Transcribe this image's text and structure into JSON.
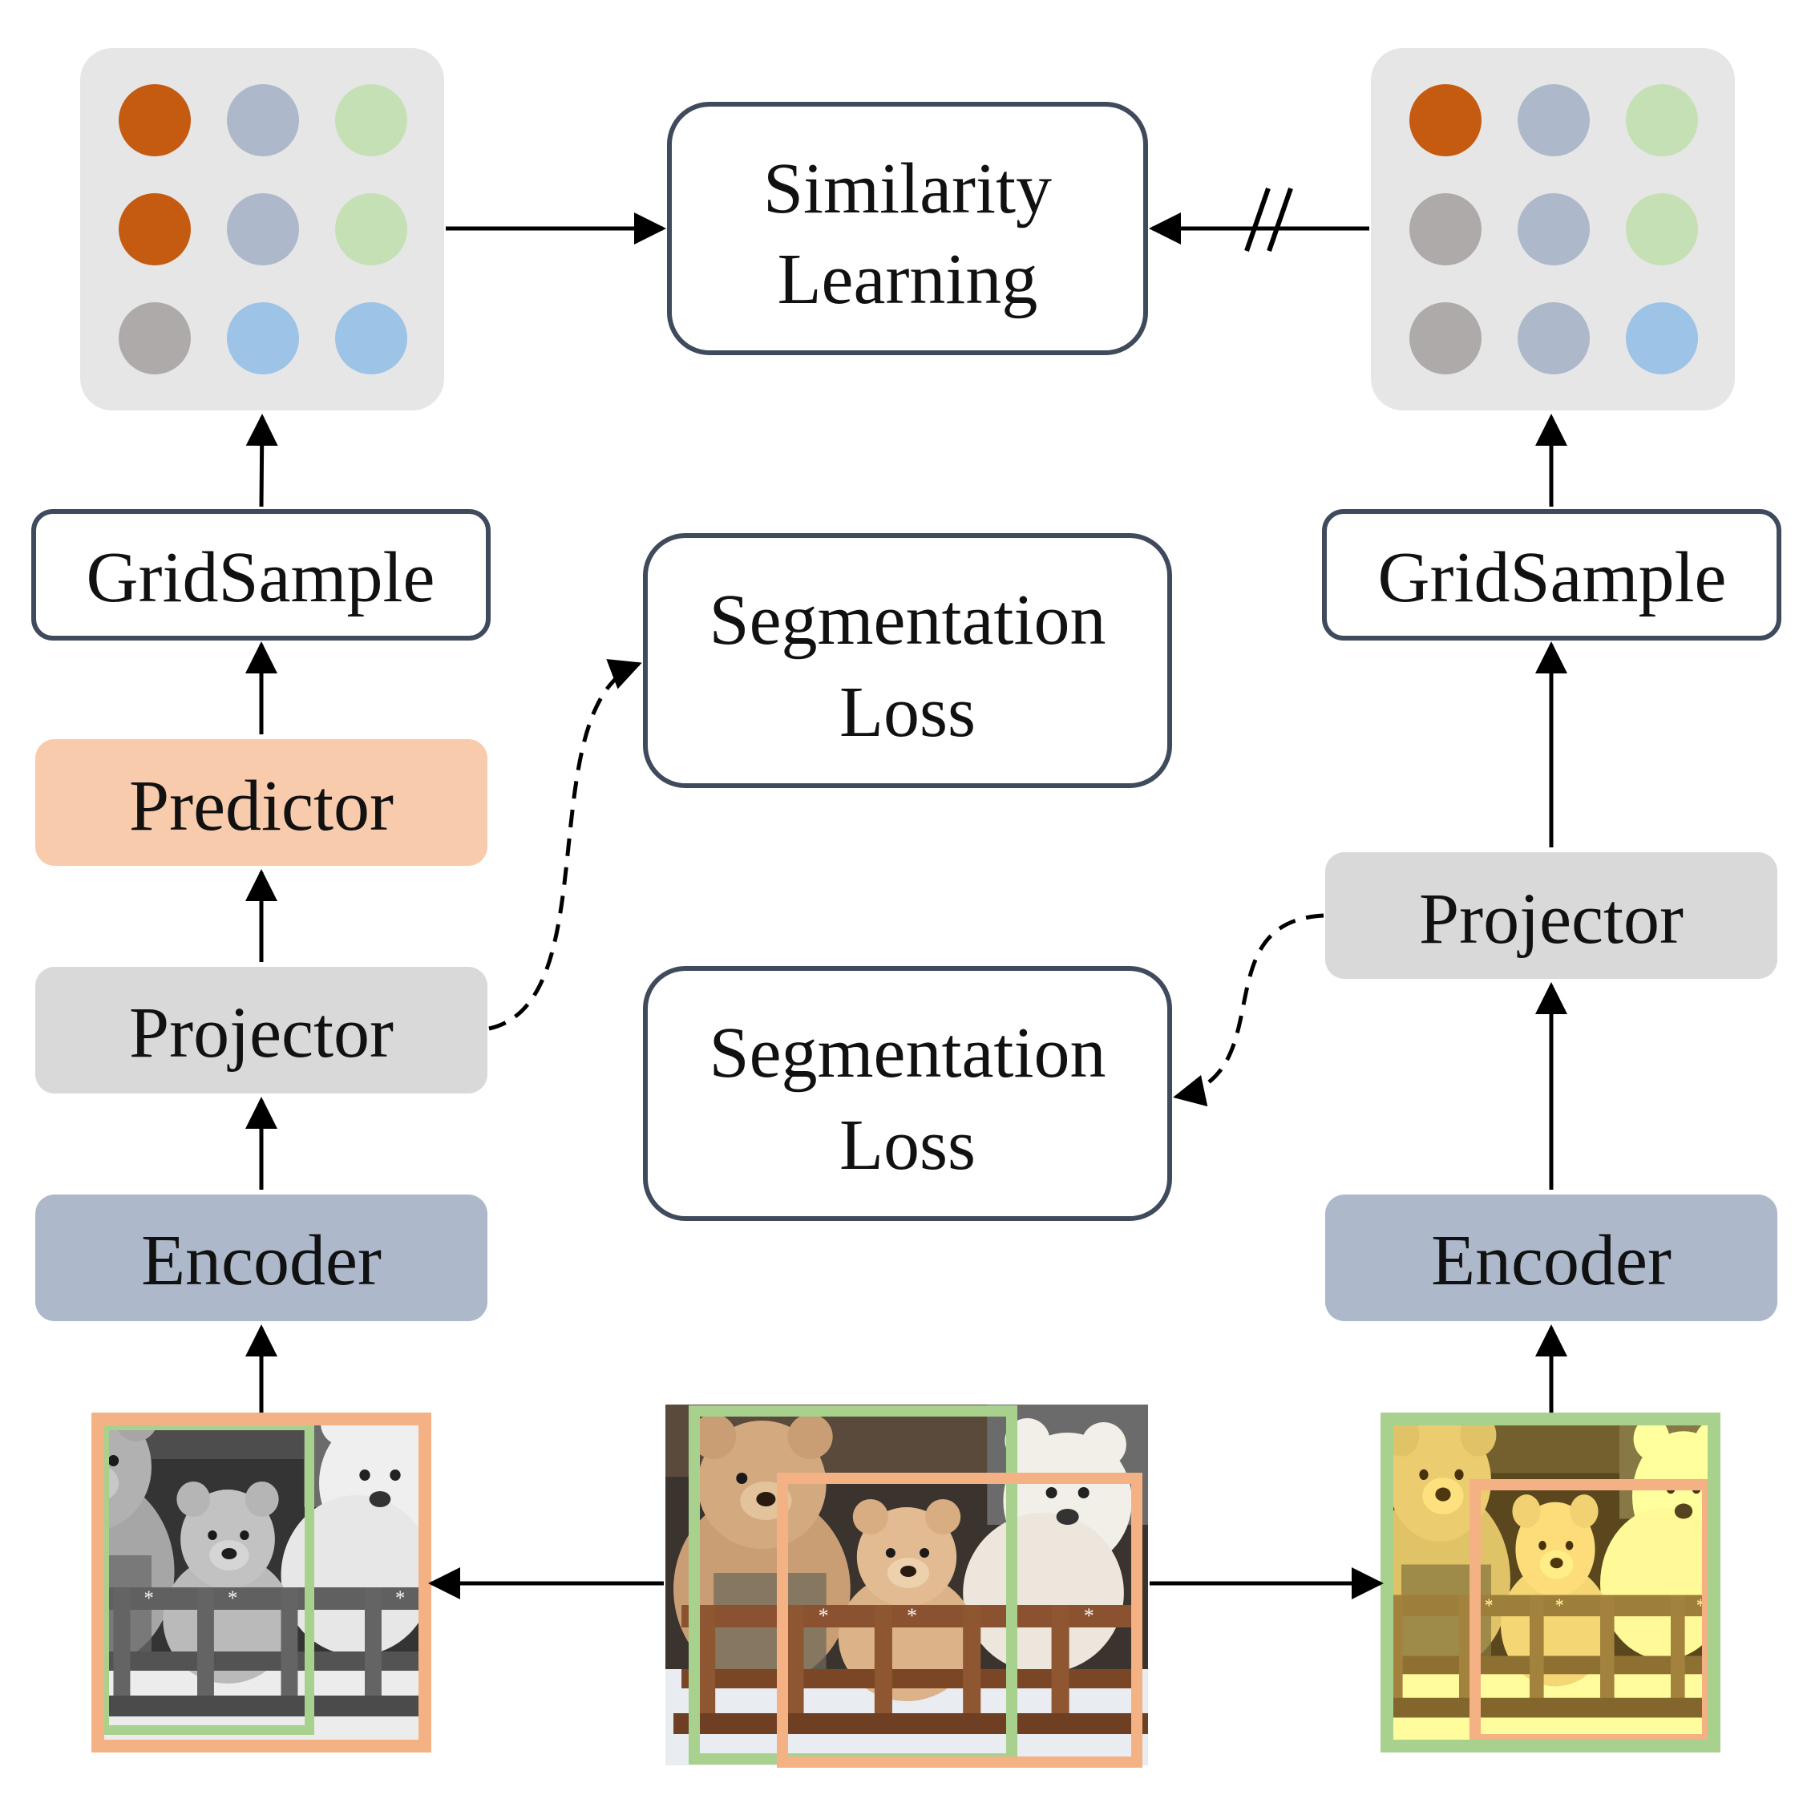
{
  "colors": {
    "box_stroke": "#3f4a5c",
    "predictor_fill": "#f8cbad",
    "projector_fill": "#d9d9d9",
    "encoder_fill": "#adb9ca",
    "grid_bg": "#e6e6e6",
    "crop_orange": "#f4b183",
    "crop_green": "#a9d18e",
    "dot_orange": "#c55a11",
    "dot_slate": "#adb9ca",
    "dot_green": "#c5e0b4",
    "dot_gray": "#aeaaaa",
    "dot_blue": "#9dc3e6"
  },
  "boxes": {
    "similarity": {
      "line1": "Similarity",
      "line2": "Learning"
    },
    "seg_loss_top": {
      "line1": "Segmentation",
      "line2": "Loss"
    },
    "seg_loss_bottom": {
      "line1": "Segmentation",
      "line2": "Loss"
    },
    "left": {
      "gridsample": "GridSample",
      "predictor": "Predictor",
      "projector": "Projector",
      "encoder": "Encoder"
    },
    "right": {
      "gridsample": "GridSample",
      "projector": "Projector",
      "encoder": "Encoder"
    }
  },
  "grids": {
    "left": [
      [
        "dot_orange",
        "dot_slate",
        "dot_green"
      ],
      [
        "dot_orange",
        "dot_slate",
        "dot_green"
      ],
      [
        "dot_gray",
        "dot_blue",
        "dot_blue"
      ]
    ],
    "right": [
      [
        "dot_orange",
        "dot_slate",
        "dot_green"
      ],
      [
        "dot_gray",
        "dot_slate",
        "dot_green"
      ],
      [
        "dot_gray",
        "dot_slate",
        "dot_blue"
      ]
    ]
  },
  "icons": {
    "stop_gradient": "stop-gradient-icon",
    "teddy_bear_photo": "teddy-bear-photo-icon"
  }
}
